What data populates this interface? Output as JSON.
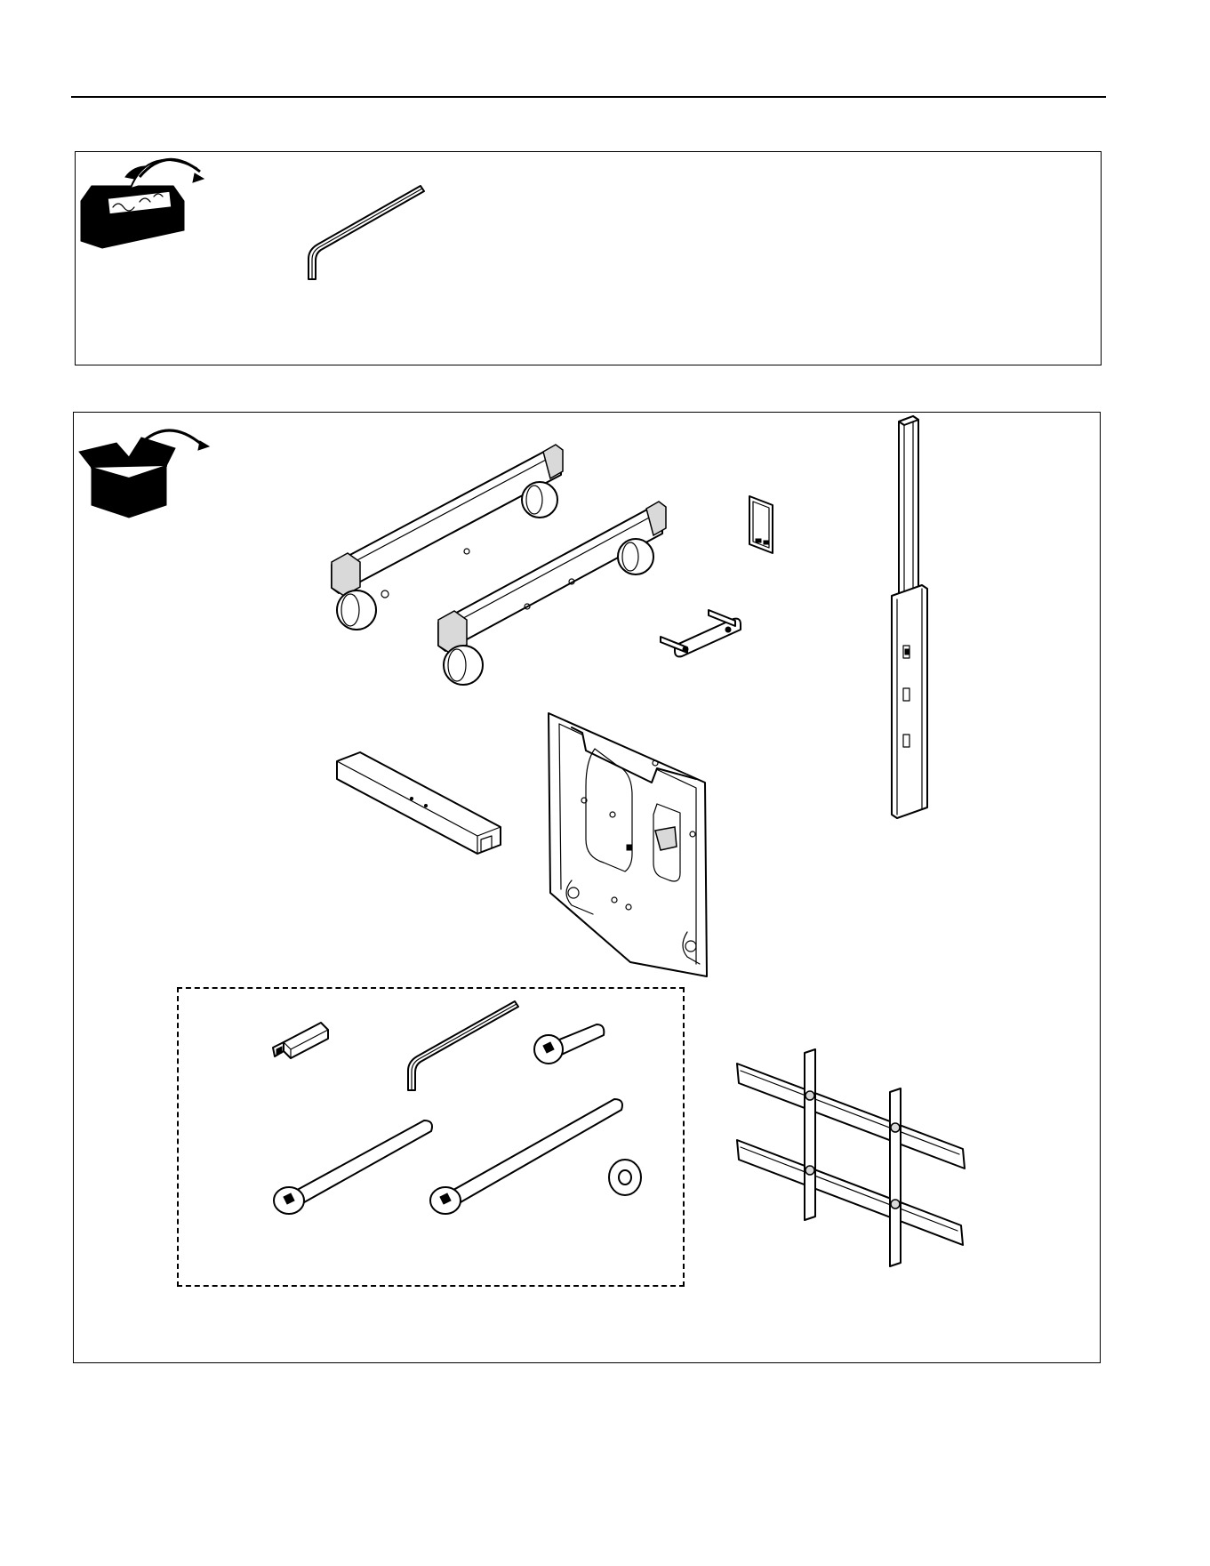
{
  "page": {
    "sections": [
      {
        "id": "tools",
        "icon": "toolbox-icon"
      },
      {
        "id": "parts",
        "icon": "open-box-icon"
      }
    ]
  },
  "tools": {
    "items": [
      {
        "name": "hex-key"
      }
    ]
  },
  "parts": {
    "items": [
      "caster-leg-rear",
      "caster-leg-front",
      "small-bracket-plate",
      "connector-link",
      "telescoping-column",
      "cross-base-bar",
      "tilt-wall-plate",
      "hardware-bag",
      "adapter-rails"
    ],
    "hardware": [
      "hex-standoff",
      "hex-key",
      "short-button-head-screw",
      "long-screw",
      "long-screw-2",
      "washer"
    ]
  },
  "colors": {
    "line": "#000000",
    "background": "#ffffff",
    "accent_fill": "#d9d9d9"
  }
}
